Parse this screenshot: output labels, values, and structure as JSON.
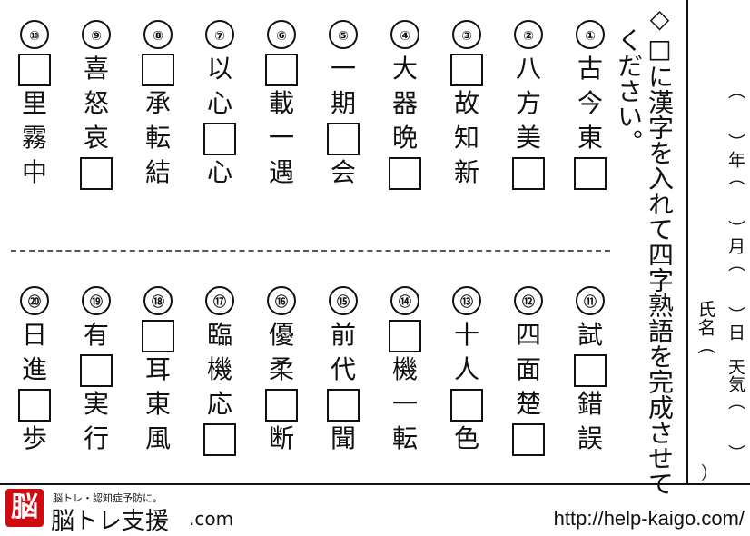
{
  "instruction": {
    "line1": "◇□に漢字を入れて四字熟語を完成させて",
    "line2": "ください。"
  },
  "header": {
    "date_line": "（　　）年（　　）月（　　）日　天気（　　）",
    "name_label": "氏名（",
    "open_paren": "（",
    "close_paren": "）"
  },
  "questions": [
    {
      "num": "①",
      "chars": [
        "古",
        "今",
        "東",
        "□"
      ]
    },
    {
      "num": "②",
      "chars": [
        "八",
        "方",
        "美",
        "□"
      ]
    },
    {
      "num": "③",
      "chars": [
        "□",
        "故",
        "知",
        "新"
      ]
    },
    {
      "num": "④",
      "chars": [
        "大",
        "器",
        "晩",
        "□"
      ]
    },
    {
      "num": "⑤",
      "chars": [
        "一",
        "期",
        "□",
        "会"
      ]
    },
    {
      "num": "⑥",
      "chars": [
        "□",
        "載",
        "一",
        "遇"
      ]
    },
    {
      "num": "⑦",
      "chars": [
        "以",
        "心",
        "□",
        "心"
      ]
    },
    {
      "num": "⑧",
      "chars": [
        "□",
        "承",
        "転",
        "結"
      ]
    },
    {
      "num": "⑨",
      "chars": [
        "喜",
        "怒",
        "哀",
        "□"
      ]
    },
    {
      "num": "⑩",
      "chars": [
        "□",
        "里",
        "霧",
        "中"
      ]
    },
    {
      "num": "⑪",
      "chars": [
        "試",
        "□",
        "錯",
        "誤"
      ]
    },
    {
      "num": "⑫",
      "chars": [
        "四",
        "面",
        "楚",
        "□"
      ]
    },
    {
      "num": "⑬",
      "chars": [
        "十",
        "人",
        "□",
        "色"
      ]
    },
    {
      "num": "⑭",
      "chars": [
        "□",
        "機",
        "一",
        "転"
      ]
    },
    {
      "num": "⑮",
      "chars": [
        "前",
        "代",
        "□",
        "聞"
      ]
    },
    {
      "num": "⑯",
      "chars": [
        "優",
        "柔",
        "□",
        "断"
      ]
    },
    {
      "num": "⑰",
      "chars": [
        "臨",
        "機",
        "応",
        "□"
      ]
    },
    {
      "num": "⑱",
      "chars": [
        "□",
        "耳",
        "東",
        "風"
      ]
    },
    {
      "num": "⑲",
      "chars": [
        "有",
        "□",
        "実",
        "行"
      ]
    },
    {
      "num": "⑳",
      "chars": [
        "日",
        "進",
        "□",
        "歩"
      ]
    }
  ],
  "footer": {
    "logo_char": "脳",
    "tagline": "脳トレ・認知症予防に。",
    "site_name": "脳トレ支援",
    "site_suffix": ".com",
    "url": "http://help-kaigo.com/"
  }
}
